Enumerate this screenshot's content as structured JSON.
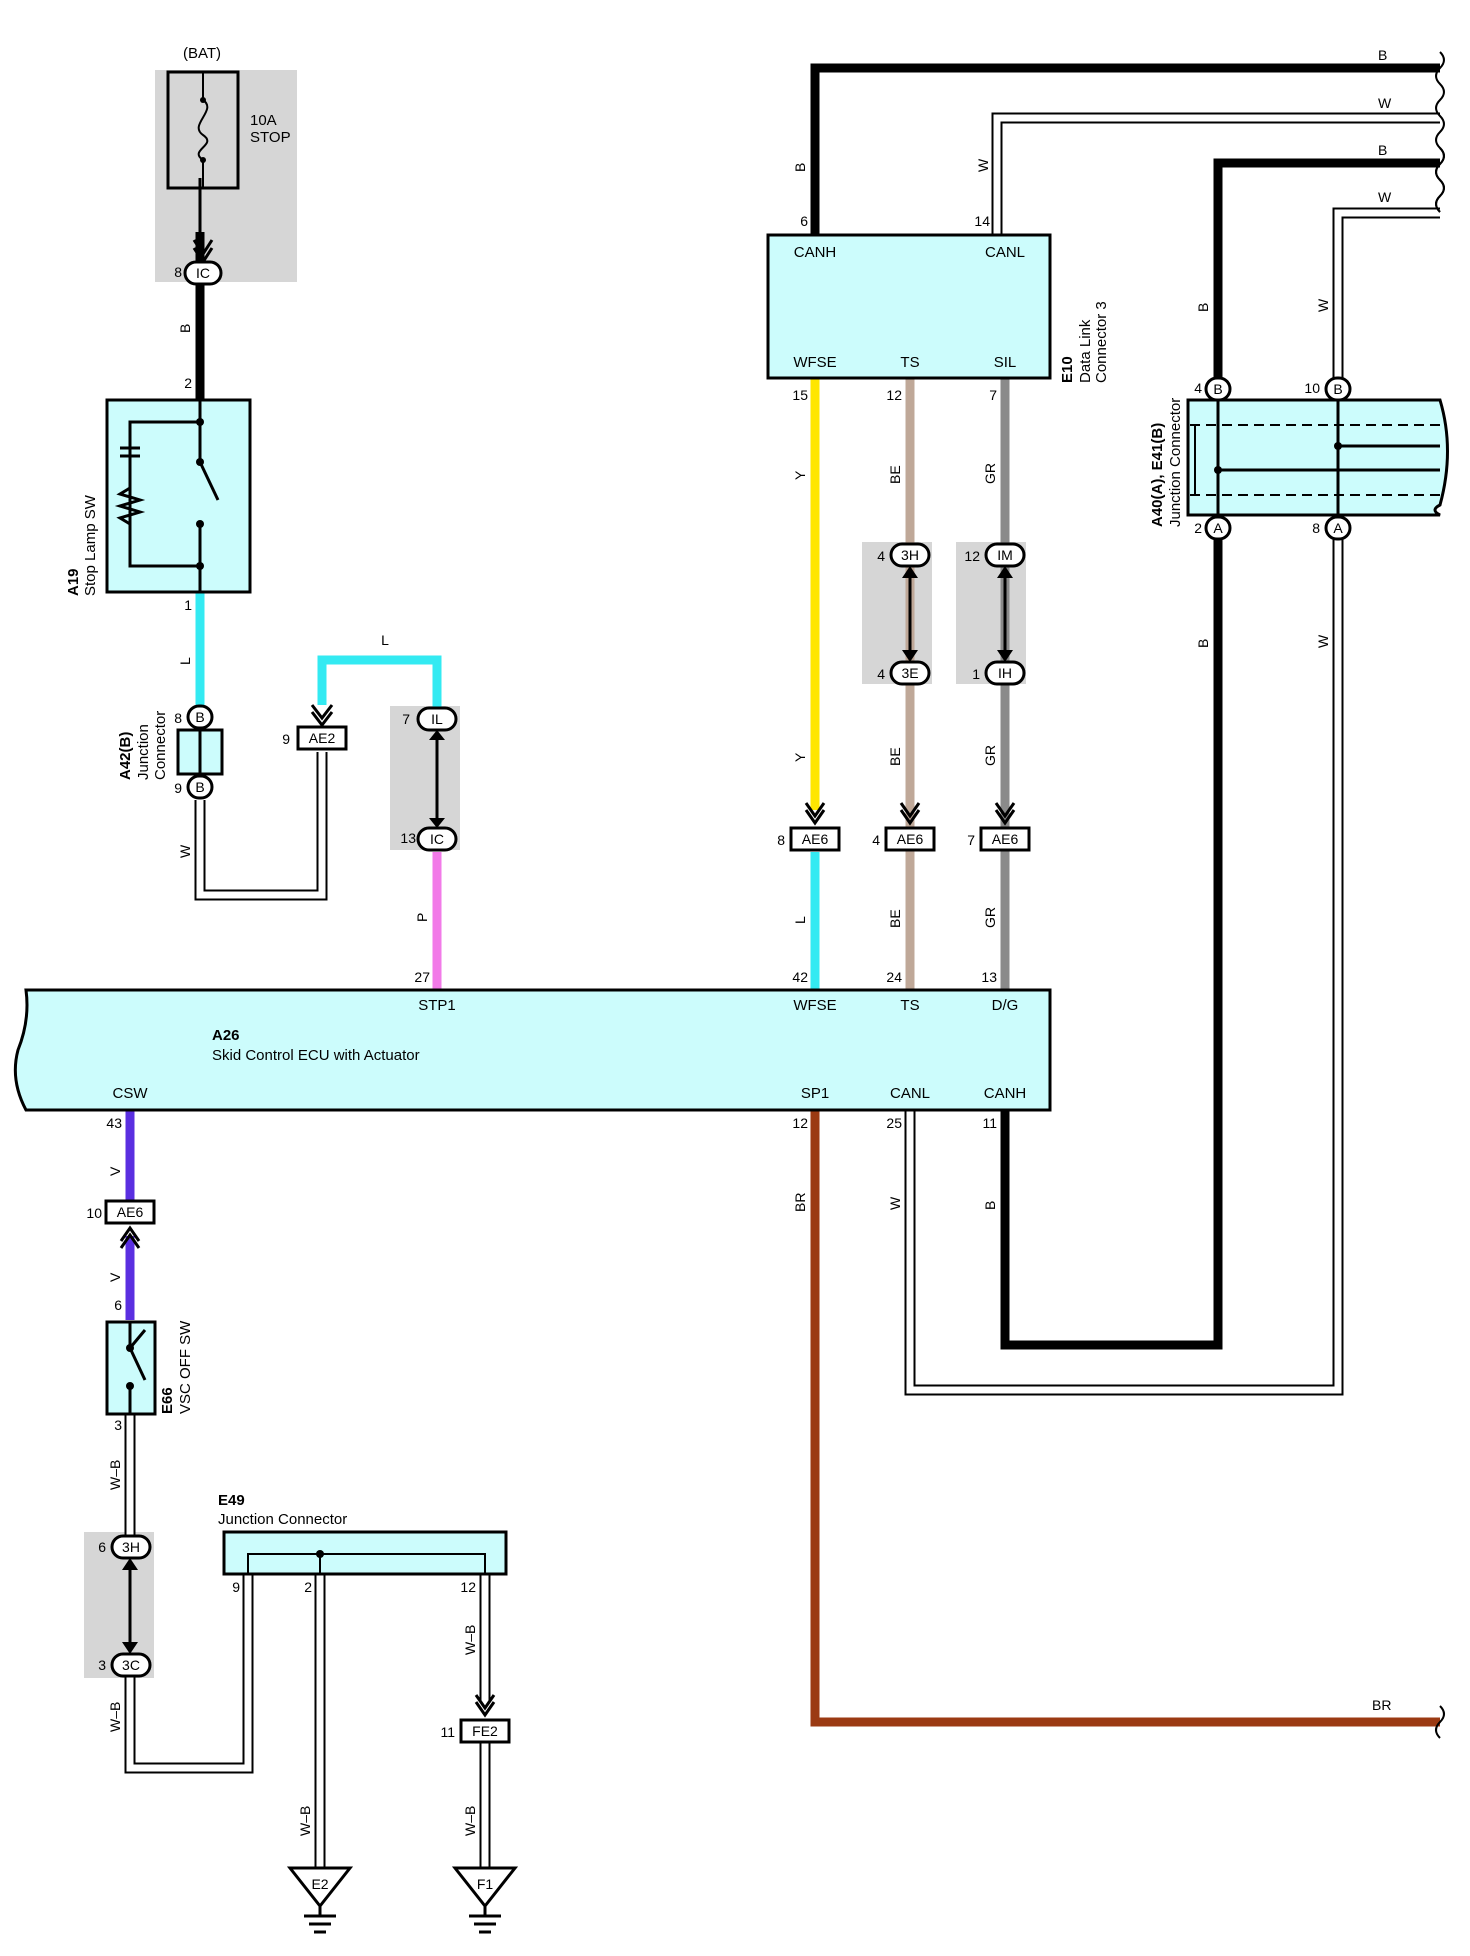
{
  "colors": {
    "B": "#000000",
    "W": "#ffffff",
    "L": "#33eaf2",
    "P": "#f27ae8",
    "Y": "#ffe600",
    "BE": "#bfa898",
    "GR": "#8a8a8a",
    "V": "#5a2fe0",
    "BR": "#9b3a13",
    "component_fill": "#ccfcfc",
    "shade": "#d6d6d6"
  },
  "power": {
    "source": "(BAT)",
    "fuse_amp": "10A",
    "fuse_name": "STOP"
  },
  "components": {
    "a19": {
      "code": "A19",
      "name": "Stop Lamp SW"
    },
    "a42": {
      "code": "A42(B)",
      "name_line1": "Junction",
      "name_line2": "Connector"
    },
    "a26": {
      "code": "A26",
      "name": "Skid Control ECU with Actuator"
    },
    "e10": {
      "code": "E10",
      "name_line1": "Data Link",
      "name_line2": "Connector 3"
    },
    "a40": {
      "code": "A40(A), E41(B)",
      "name": "Junction Connector"
    },
    "e66": {
      "code": "E66",
      "name": "VSC OFF SW"
    },
    "e49": {
      "code": "E49",
      "name": "Junction Connector"
    }
  },
  "terminals": {
    "a26_top": [
      "STP1",
      "WFSE",
      "TS",
      "D/G"
    ],
    "a26_bottom": [
      "CSW",
      "SP1",
      "CANL",
      "CANH"
    ],
    "e10_top": [
      "CANH",
      "CANL"
    ],
    "e10_bottom": [
      "WFSE",
      "TS",
      "SIL"
    ]
  },
  "connectors": {
    "ic_top": "IC",
    "ic_mid": "IC",
    "il": "IL",
    "ae2": "AE2",
    "ae6_y": "AE6",
    "ae6_be": "AE6",
    "ae6_gr": "AE6",
    "ae6_v": "AE6",
    "h3_top": "3H",
    "e3": "3E",
    "im": "IM",
    "ih": "IH",
    "a42_b1": "B",
    "a42_b2": "B",
    "a40_b1": "B",
    "a40_b2": "B",
    "a40_a1": "A",
    "a40_a2": "A",
    "h3_bot": "3H",
    "c3": "3C",
    "fe2": "FE2",
    "gnd_e2": "E2",
    "gnd_f1": "F1"
  },
  "pins": {
    "ic_top": "8",
    "a19_top": "2",
    "a19_bot": "1",
    "a42_top": "8",
    "a42_bot": "9",
    "ae2": "9",
    "il": "7",
    "ic_mid": "13",
    "a26_stp1": "27",
    "e10_canh": "6",
    "e10_canl": "14",
    "e10_wfse": "15",
    "e10_ts": "12",
    "e10_sil": "7",
    "h3_top": "4",
    "e3": "4",
    "im": "12",
    "ih": "1",
    "ae6_y": "8",
    "ae6_be": "4",
    "ae6_gr": "7",
    "a26_wfse": "42",
    "a26_ts": "24",
    "a26_dg": "13",
    "a40_b1": "4",
    "a40_b2": "10",
    "a40_a1": "2",
    "a40_a2": "8",
    "a26_csw": "43",
    "a26_sp1": "12",
    "a26_canl": "25",
    "a26_canh": "11",
    "ae6_v": "10",
    "e66_top": "6",
    "e66_bot": "3",
    "h3_bot": "6",
    "c3": "3",
    "e49_9": "9",
    "e49_2": "2",
    "e49_12": "12",
    "fe2": "11"
  },
  "wire_labels": {
    "b_top_left": "B",
    "l_a19": "L",
    "l_loop": "L",
    "w_a42": "W",
    "p_stp": "P",
    "b_e10": "B",
    "w_e10": "W",
    "y1": "Y",
    "be1": "BE",
    "gr1": "GR",
    "y2": "Y",
    "be2": "BE",
    "gr2": "GR",
    "l_wfse": "L",
    "be3": "BE",
    "gr3": "GR",
    "b_jc_top": "B",
    "w_jc_top": "W",
    "b_jc_bot": "B",
    "w_jc_bot": "W",
    "b_right1": "B",
    "w_right1": "W",
    "b_right2": "B",
    "w_right2": "W",
    "br_sp1": "BR",
    "w_canl": "W",
    "b_canh": "B",
    "br_right": "BR",
    "v1": "V",
    "v2": "V",
    "wb1": "W–B",
    "wb2": "W–B",
    "wb3": "W–B",
    "wb_e2": "W–B",
    "wb_f1": "W–B"
  }
}
